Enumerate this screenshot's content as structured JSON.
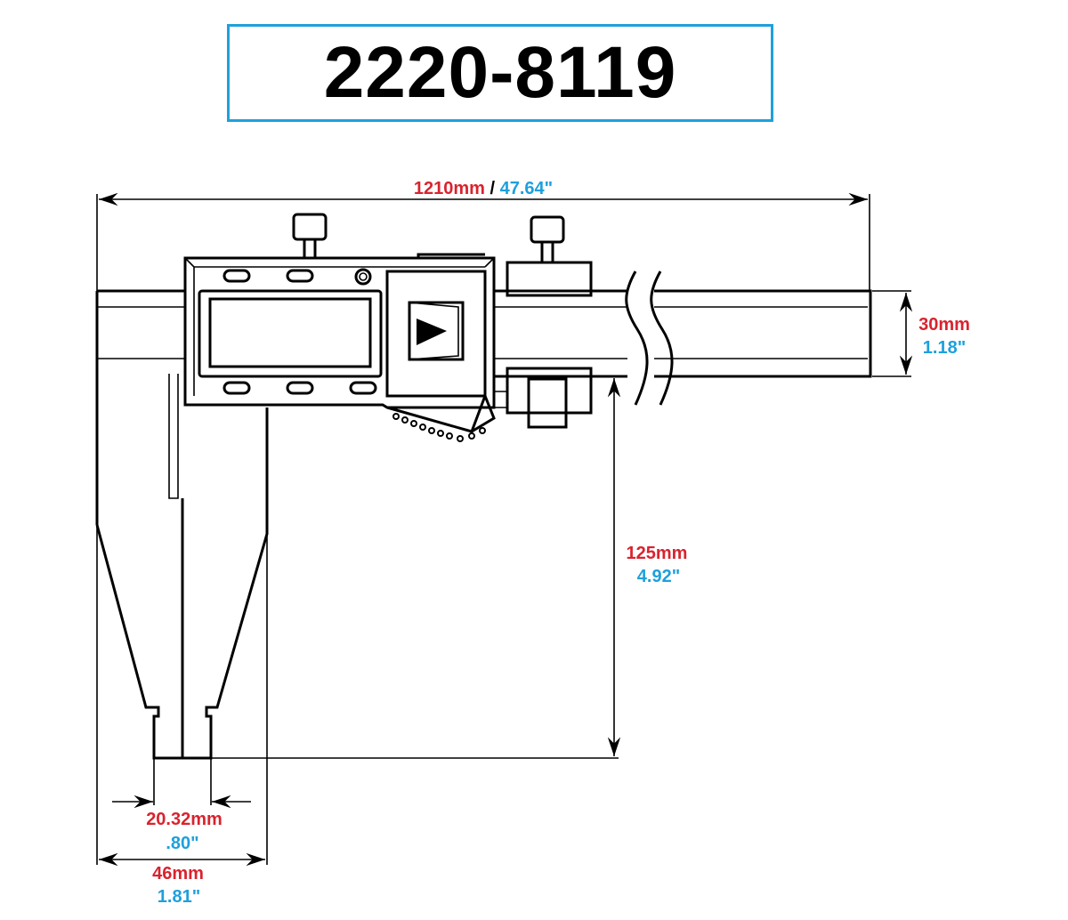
{
  "title": "2220-8119",
  "colors": {
    "metric": "#d9232e",
    "imperial": "#1ea0dc",
    "title_border": "#1ea0dc"
  },
  "dimensions": {
    "overall_length": {
      "mm": "1210mm",
      "separator": "/",
      "inch": "47.64\""
    },
    "beam_height": {
      "mm": "30mm",
      "inch": "1.18\""
    },
    "jaw_depth": {
      "mm": "125mm",
      "inch": "4.92\""
    },
    "jaw_tip_width": {
      "mm": "20.32mm",
      "inch": ".80\""
    },
    "jaw_width": {
      "mm": "46mm",
      "inch": "1.81\""
    }
  }
}
